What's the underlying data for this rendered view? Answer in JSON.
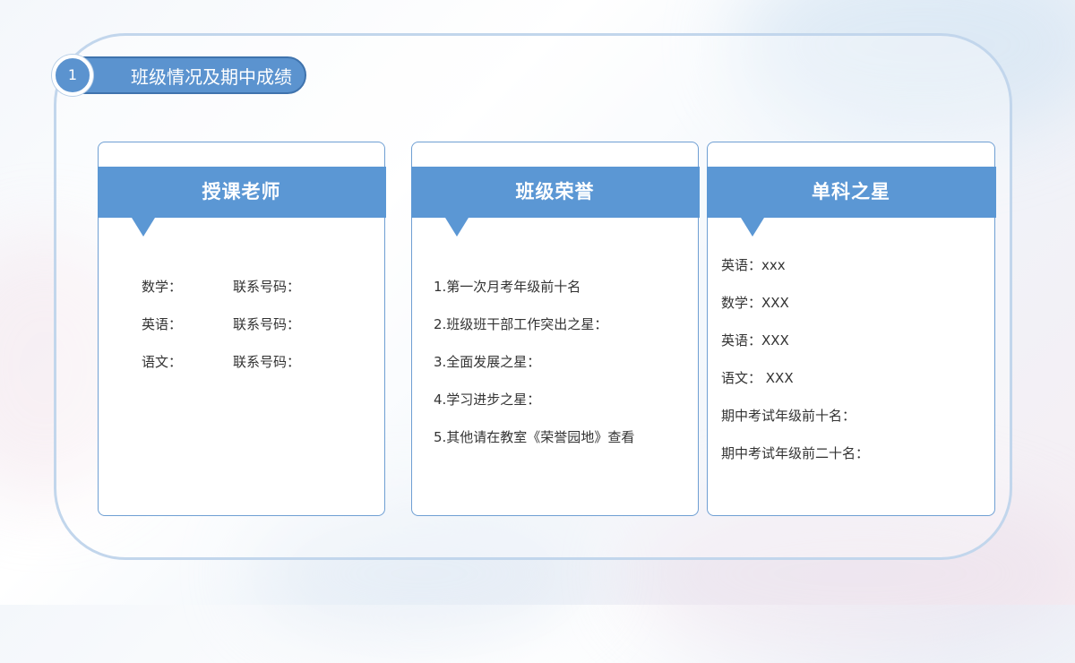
{
  "section": {
    "number": "1",
    "title": "班级情况及期中成绩"
  },
  "teachers": {
    "heading": "授课老师",
    "rows": [
      {
        "subject": "数学：",
        "contact": "联系号码："
      },
      {
        "subject": "英语：",
        "contact": "联系号码："
      },
      {
        "subject": "语文：",
        "contact": "联系号码："
      }
    ]
  },
  "honors": {
    "heading": "班级荣誉",
    "items": [
      "1.第一次月考年级前十名",
      "2.班级班干部工作突出之星：",
      "3.全面发展之星：",
      "4.学习进步之星：",
      "5.其他请在教室《荣誉园地》查看"
    ]
  },
  "stars": {
    "heading": "单科之星",
    "items": [
      "英语：xxx",
      "数学：XXX",
      "英语：XXX",
      "语文： XXX",
      "期中考试年级前十名：",
      "期中考试年级前二十名："
    ]
  },
  "colors": {
    "accent": "#5b97d4",
    "border": "#6f9fd3",
    "frame": "#c2d6ec"
  }
}
